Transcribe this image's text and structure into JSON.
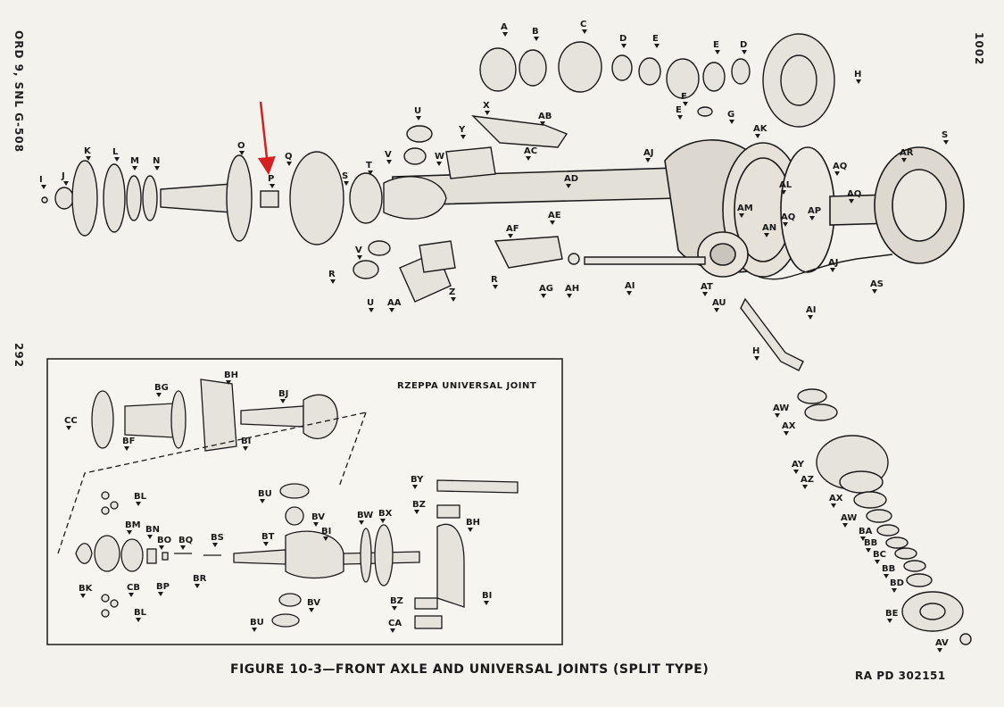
{
  "page": {
    "side_left_top": "ORD 9, SNL G-508",
    "side_left_page": "292",
    "side_right_top": "1002",
    "figure_caption": "FIGURE 10-3—FRONT AXLE AND UNIVERSAL JOINTS (SPLIT TYPE)",
    "figure_ref": "RA PD 302151",
    "inset_title": "RZEPPA UNIVERSAL JOINT"
  },
  "colors": {
    "paper": "#f4f2ec",
    "ink": "#1a1a1a",
    "arrow": "#d42020"
  },
  "labels": {
    "A": "A",
    "B": "B",
    "C": "C",
    "D1": "D",
    "E1": "E",
    "E2": "E",
    "D2": "D",
    "H1": "H",
    "F": "F",
    "E3": "E",
    "G": "G",
    "I": "I",
    "J": "J",
    "K": "K",
    "L": "L",
    "M": "M",
    "N": "N",
    "O": "O",
    "P": "P",
    "Q": "Q",
    "R1": "R",
    "S1": "S",
    "T": "T",
    "U1": "U",
    "V1": "V",
    "W": "W",
    "X": "X",
    "Y": "Y",
    "AB": "AB",
    "AC": "AC",
    "V2": "V",
    "U2": "U",
    "AA": "AA",
    "Z": "Z",
    "R2": "R",
    "AD": "AD",
    "AE": "AE",
    "AF": "AF",
    "AG": "AG",
    "AH": "AH",
    "AI1": "AI",
    "AJ1": "AJ",
    "AK": "AK",
    "AQ1": "AQ",
    "AL": "AL",
    "AM": "AM",
    "AN": "AN",
    "AQ2": "AQ",
    "AP": "AP",
    "AQ3": "AQ",
    "AR": "AR",
    "S2": "S",
    "AJ2": "AJ",
    "AS": "AS",
    "AT": "AT",
    "AU": "AU",
    "AI2": "AI",
    "H2": "H",
    "AW1": "AW",
    "AX1": "AX",
    "AY": "AY",
    "AZ": "AZ",
    "AX2": "AX",
    "AW2": "AW",
    "BA": "BA",
    "BB1": "BB",
    "BC": "BC",
    "BB2": "BB",
    "BD": "BD",
    "BE": "BE",
    "AV": "AV",
    "BH1": "BH",
    "BG": "BG",
    "BJ": "BJ",
    "CC": "CC",
    "BF": "BF",
    "BI1": "BI",
    "BL1": "BL",
    "BM": "BM",
    "BN": "BN",
    "BO": "BO",
    "BQ": "BQ",
    "BS": "BS",
    "BK": "BK",
    "CB": "CB",
    "BP": "BP",
    "BR": "BR",
    "BL2": "BL",
    "BY": "BY",
    "BZ1": "BZ",
    "BH2": "BH",
    "BU1": "BU",
    "BV1": "BV",
    "BW": "BW",
    "BX": "BX",
    "BT": "BT",
    "BI2": "BI",
    "BI3": "BI",
    "BV2": "BV",
    "BU2": "BU",
    "BZ2": "BZ",
    "CA": "CA"
  }
}
